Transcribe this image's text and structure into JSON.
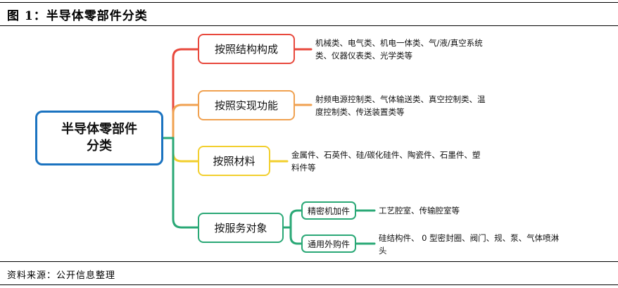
{
  "figure": {
    "title": "图 1：半导体零部件分类",
    "source": "资料来源：公开信息整理"
  },
  "mindmap": {
    "root": {
      "line1": "半导体零部件",
      "line2": "分类"
    },
    "branches": [
      {
        "label": "按照结构构成",
        "color": "#e8483c",
        "description": [
          "机械类、电气类、机电一体类、气/液/真空系统",
          "类、仪器仪表类、光学类等"
        ]
      },
      {
        "label": "按照实现功能",
        "color": "#f0a150",
        "description": [
          "射频电源控制类、气体输送类、真空控制类、温",
          "度控制类、传送装置类等"
        ]
      },
      {
        "label": "按照材料",
        "color": "#f2cf2e",
        "description": [
          "金属件、石英件、硅/碳化硅件、陶瓷件、石墨件、塑",
          "料件等"
        ]
      },
      {
        "label": "按服务对象",
        "color": "#2aa876",
        "children": [
          {
            "label": "精密机加件",
            "description": [
              "工艺腔室、传输腔室等"
            ]
          },
          {
            "label": "通用外购件",
            "description": [
              "硅结构件、 0 型密封圈、阀门、规、泵、气体喷淋",
              "头"
            ]
          }
        ]
      }
    ]
  }
}
